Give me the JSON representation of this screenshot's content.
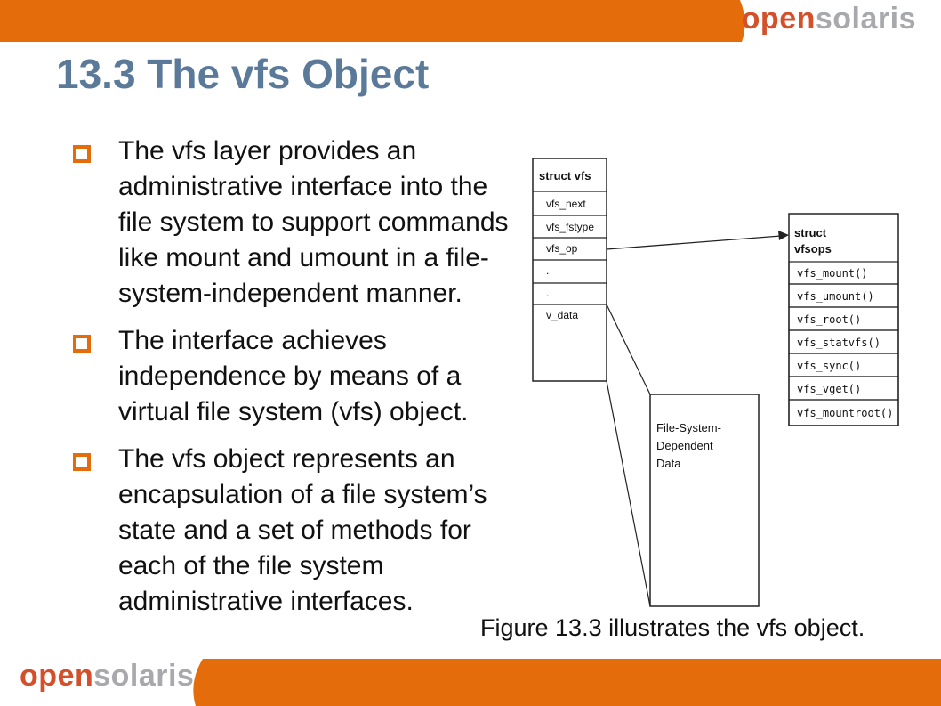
{
  "header": {
    "brand_open": "open",
    "brand_solaris": "solaris",
    "bar_color": "#e46c0a"
  },
  "slide": {
    "title": "13.3 The vfs Object",
    "bullets": [
      "The vfs layer provides an administrative interface into the file system to support commands like mount and umount in a file-system-independent manner.",
      "The interface achieves independence by means of a virtual file system (vfs) object.",
      "The vfs object represents an encapsulation of a file system’s state and a set of methods for each of the file system administrative interfaces."
    ]
  },
  "diagram": {
    "struct_vfs": {
      "title": "struct vfs",
      "fields": [
        "vfs_next",
        "vfs_fstype",
        "vfs_op",
        ".",
        ".",
        "v_data"
      ]
    },
    "struct_vfsops": {
      "title_line1": "struct",
      "title_line2": "vfsops",
      "methods": [
        "vfs_mount()",
        "vfs_umount()",
        "vfs_root()",
        "vfs_statvfs()",
        "vfs_sync()",
        "vfs_vget()",
        "vfs_mountroot()"
      ]
    },
    "fsdep": {
      "line1": "File-System-",
      "line2": "Dependent",
      "line3": "Data"
    }
  },
  "caption": "Figure 13.3 illustrates the vfs object.",
  "footer": {
    "brand_open": "open",
    "brand_solaris": "solaris"
  }
}
